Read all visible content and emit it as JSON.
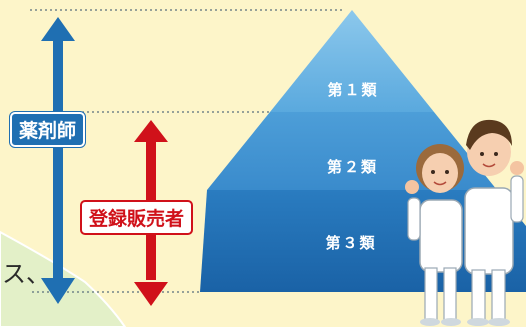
{
  "pyramid": {
    "tiers": [
      {
        "label": "第１類",
        "color": "#66b4e3"
      },
      {
        "label": "第２類",
        "color": "#3f93d2"
      },
      {
        "label": "第３類",
        "color": "#1f6fb2"
      }
    ]
  },
  "roles": {
    "pharmacist": {
      "label": "薬剤師",
      "color": "#1f6fb2"
    },
    "registered_seller": {
      "label": "登録販売者",
      "color": "#d0111a"
    }
  },
  "side_text": "ス、"
}
